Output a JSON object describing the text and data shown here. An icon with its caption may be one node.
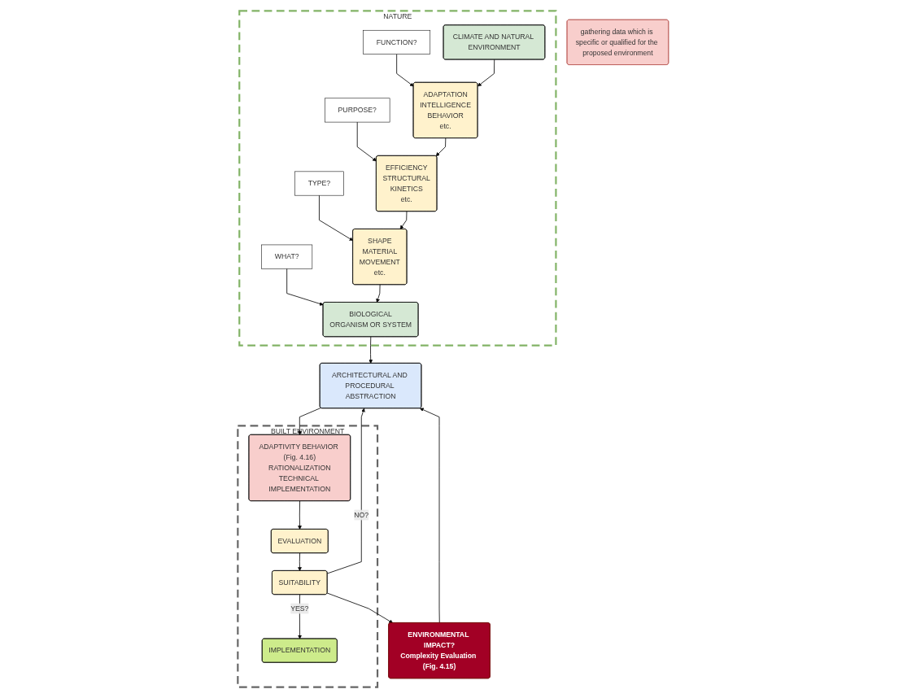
{
  "diagram": {
    "nodes": [
      {
        "text": [
          "NATURE"
        ]
      },
      {
        "text": [
          "FUNCTION?"
        ],
        "in": 0
      },
      {
        "text": [
          "PURPOSE?"
        ],
        "in": 0
      },
      {
        "text": [
          "TYPE?"
        ],
        "in": 0
      },
      {
        "text": [
          "WHAT?"
        ],
        "in": 0
      },
      {
        "text": [
          "gathering data which is specific or qualified for the proposed environment"
        ]
      },
      {
        "text": [
          "CLIMATE AND NATURAL ENVIRONMENT"
        ],
        "in": 0
      },
      {
        "text": [
          "ADAPTATION",
          "INTELLIGENCE",
          "BEHAVIOR",
          "etc."
        ],
        "in": 0
      },
      {
        "text": [
          "EFFICIENCY",
          "STRUCTURAL",
          "KINETICS",
          "etc."
        ],
        "in": 0
      },
      {
        "text": [
          "SHAPE",
          "MATERIAL",
          "MOVEMENT",
          "etc."
        ],
        "in": 0
      },
      {
        "text": [
          "BIOLOGICAL",
          "ORGANISM OR SYSTEM"
        ],
        "in": 0
      },
      {
        "text": [
          "ENVIRONMENTAL IMPACT?",
          "Complexity Evaluation (Fig. 4.15)"
        ]
      },
      {
        "text": [
          "ARCHITECTURAL AND PROCEDURAL ABSTRACTION"
        ]
      },
      {
        "text": [
          "BUILT ENVIRONMENT"
        ]
      },
      {
        "text": [
          "IMPLEMENTATION"
        ],
        "in": 13
      },
      {
        "text": [
          "SUITABILITY"
        ],
        "in": 13
      },
      {
        "text": [
          "EVALUATION"
        ],
        "in": 13
      },
      {
        "text": [
          "ADAPTIVITY BEHAVIOR (Fig. 4.16)",
          "RATIONALIZATION",
          "TECHNICAL IMPLEMENTATION"
        ],
        "in": 13
      }
    ],
    "edges": [
      {
        "from": 1,
        "to": 7,
        "arrow": "to"
      },
      {
        "from": 2,
        "to": 8,
        "arrow": "to"
      },
      {
        "from": 3,
        "to": 9,
        "arrow": "to"
      },
      {
        "from": 4,
        "to": 10,
        "arrow": "to"
      },
      {
        "from": 6,
        "to": 7,
        "arrow": "to"
      },
      {
        "from": 7,
        "to": 8,
        "arrow": "to"
      },
      {
        "from": 8,
        "to": 9,
        "arrow": "to"
      },
      {
        "from": 9,
        "to": 10,
        "arrow": "to"
      },
      {
        "from": 10,
        "to": 12,
        "arrow": "to"
      },
      {
        "from": 11,
        "to": 12,
        "arrow": "to"
      },
      {
        "from": 15,
        "to": 12,
        "label": "NO?",
        "arrow": "to"
      },
      {
        "from": 12,
        "to": 17,
        "arrow": "to"
      },
      {
        "from": 17,
        "to": 16,
        "arrow": "to"
      },
      {
        "from": 16,
        "to": 15,
        "arrow": "to"
      },
      {
        "from": 15,
        "to": 11,
        "arrow": "to"
      },
      {
        "from": 15,
        "to": 14,
        "label": "YES?",
        "arrow": "to"
      }
    ]
  }
}
